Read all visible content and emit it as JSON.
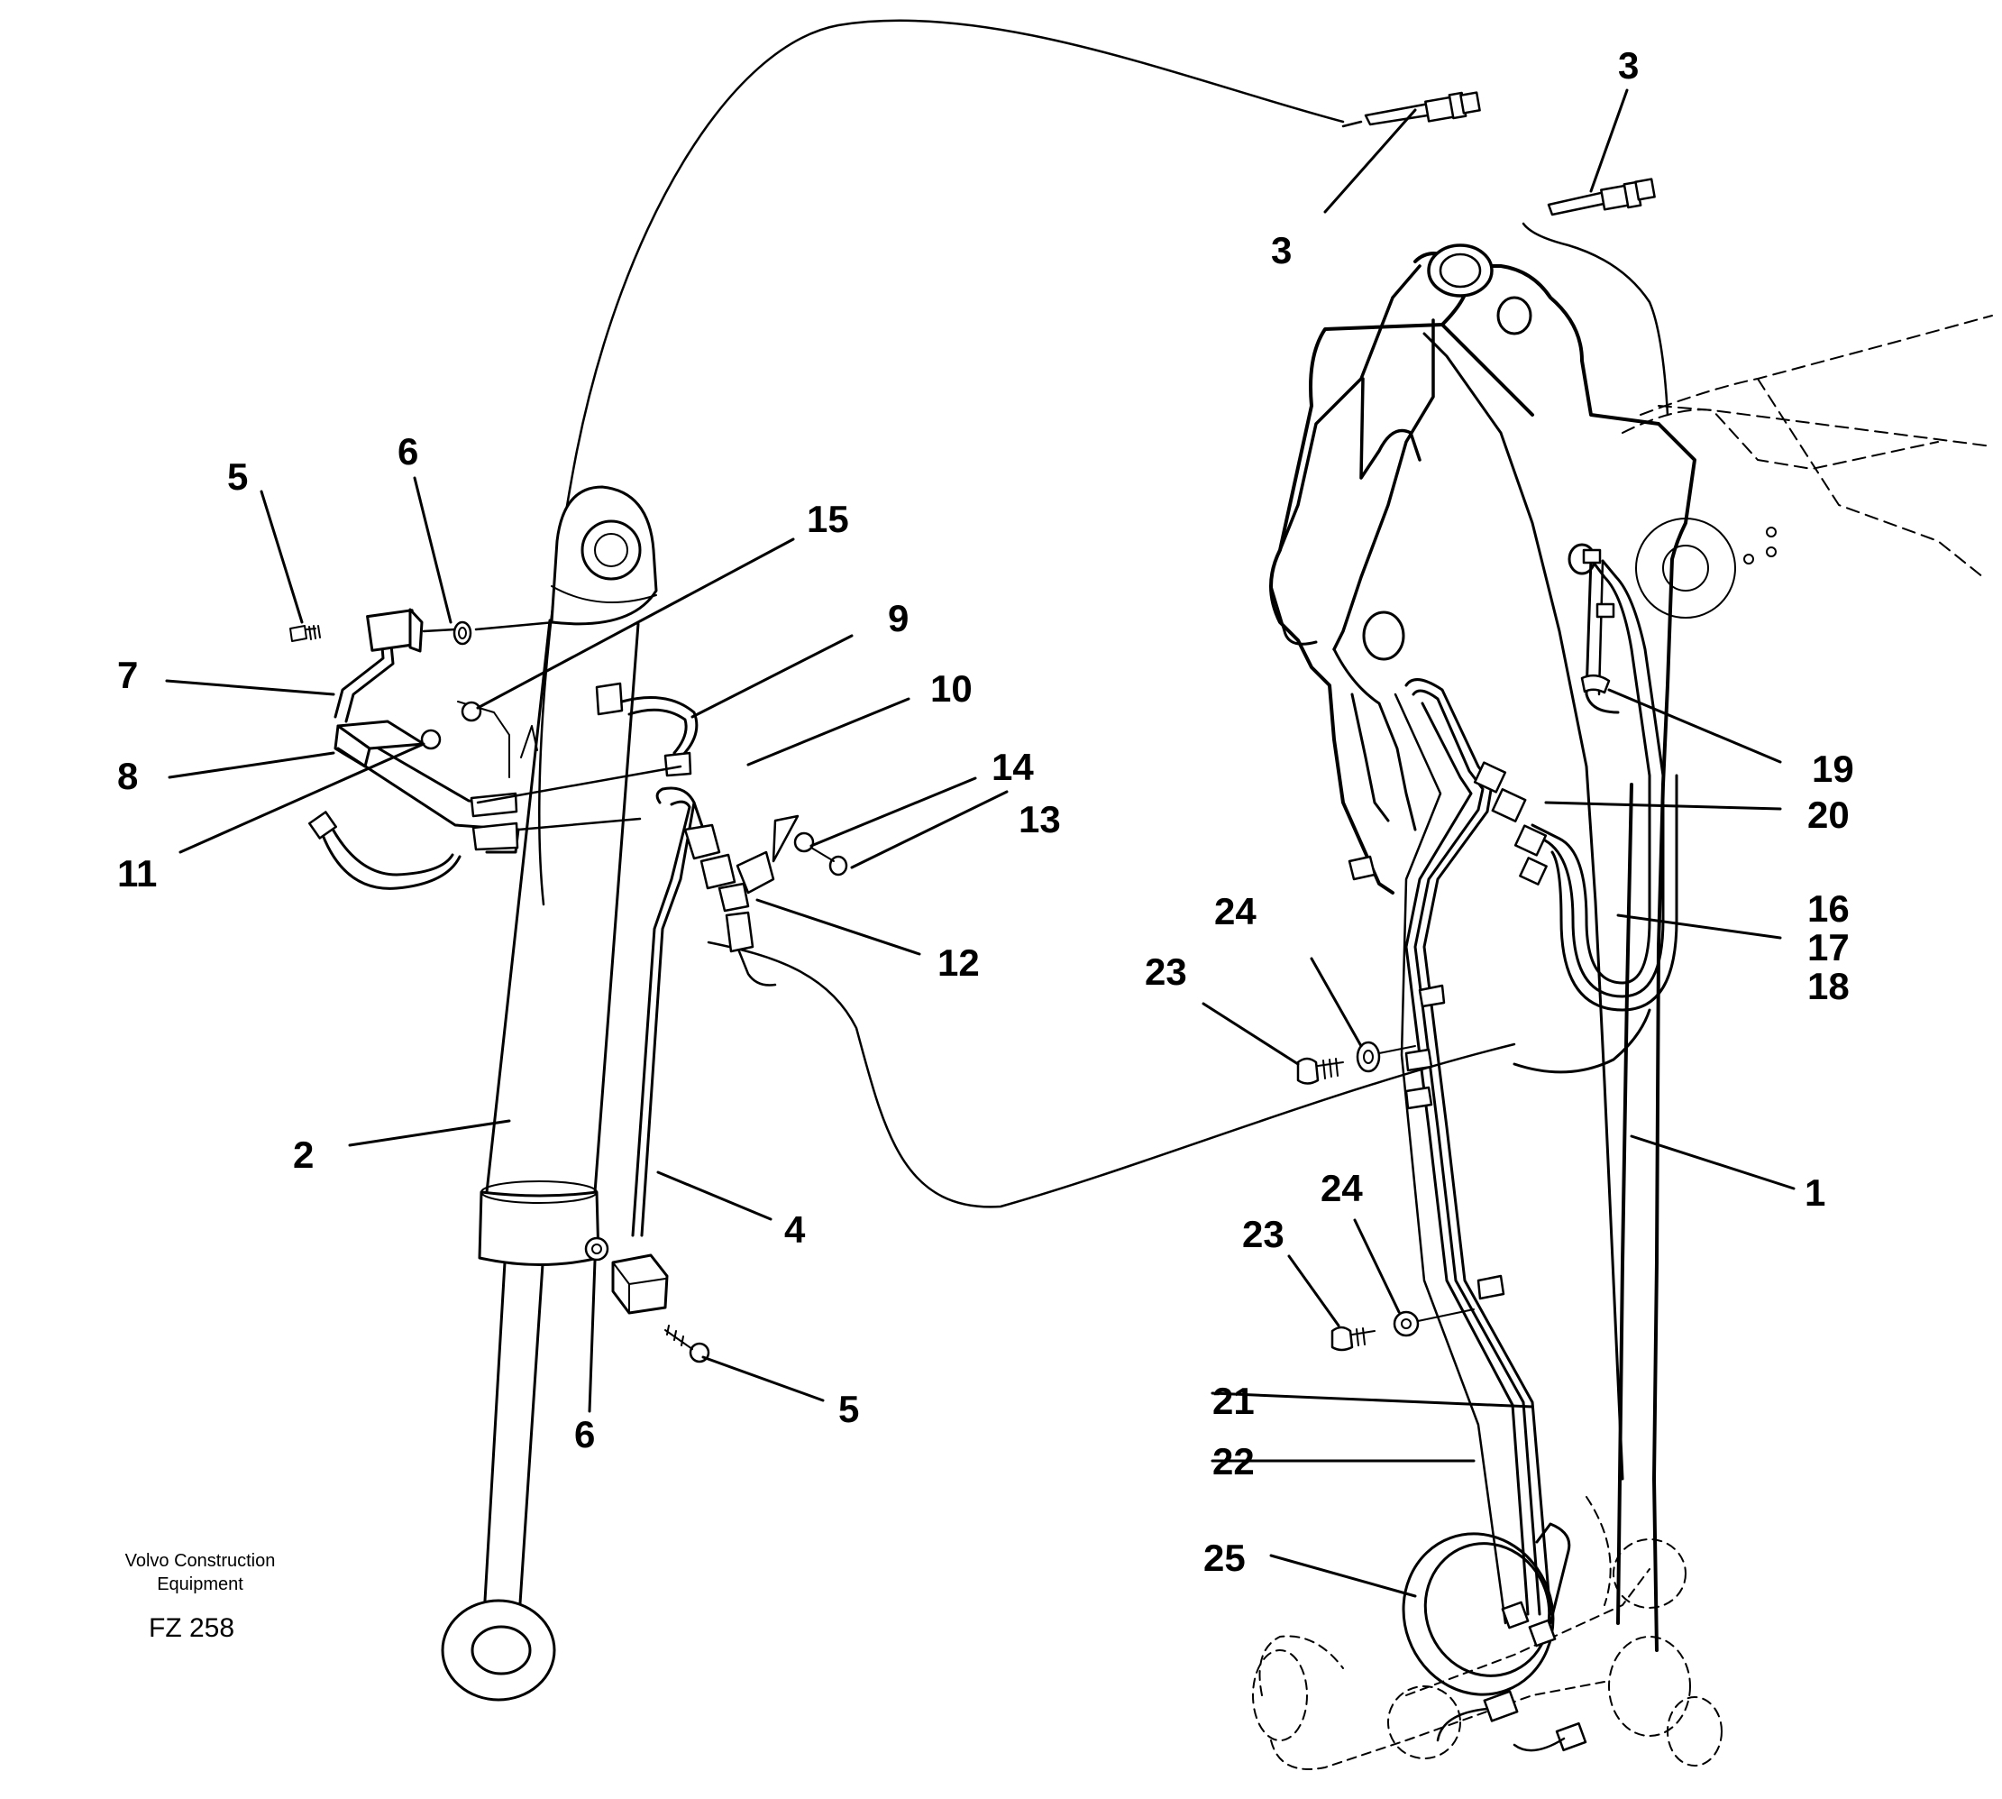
{
  "callouts": {
    "c1": "1",
    "c2": "2",
    "c3a": "3",
    "c3b": "3",
    "c3c": "3",
    "c4": "4",
    "c5a": "5",
    "c5b": "5",
    "c6a": "6",
    "c6b": "6",
    "c7": "7",
    "c8": "8",
    "c9": "9",
    "c10": "10",
    "c11": "11",
    "c12": "12",
    "c13": "13",
    "c14": "14",
    "c15": "15",
    "c16": "16",
    "c17": "17",
    "c18": "18",
    "c19": "19",
    "c20": "20",
    "c21": "21",
    "c22": "22",
    "c23a": "23",
    "c23b": "23",
    "c24a": "24",
    "c24b": "24",
    "c25": "25"
  },
  "footer": {
    "brand_line1": "Volvo Construction",
    "brand_line2": "Equipment",
    "drawing_code": "FZ 258"
  }
}
